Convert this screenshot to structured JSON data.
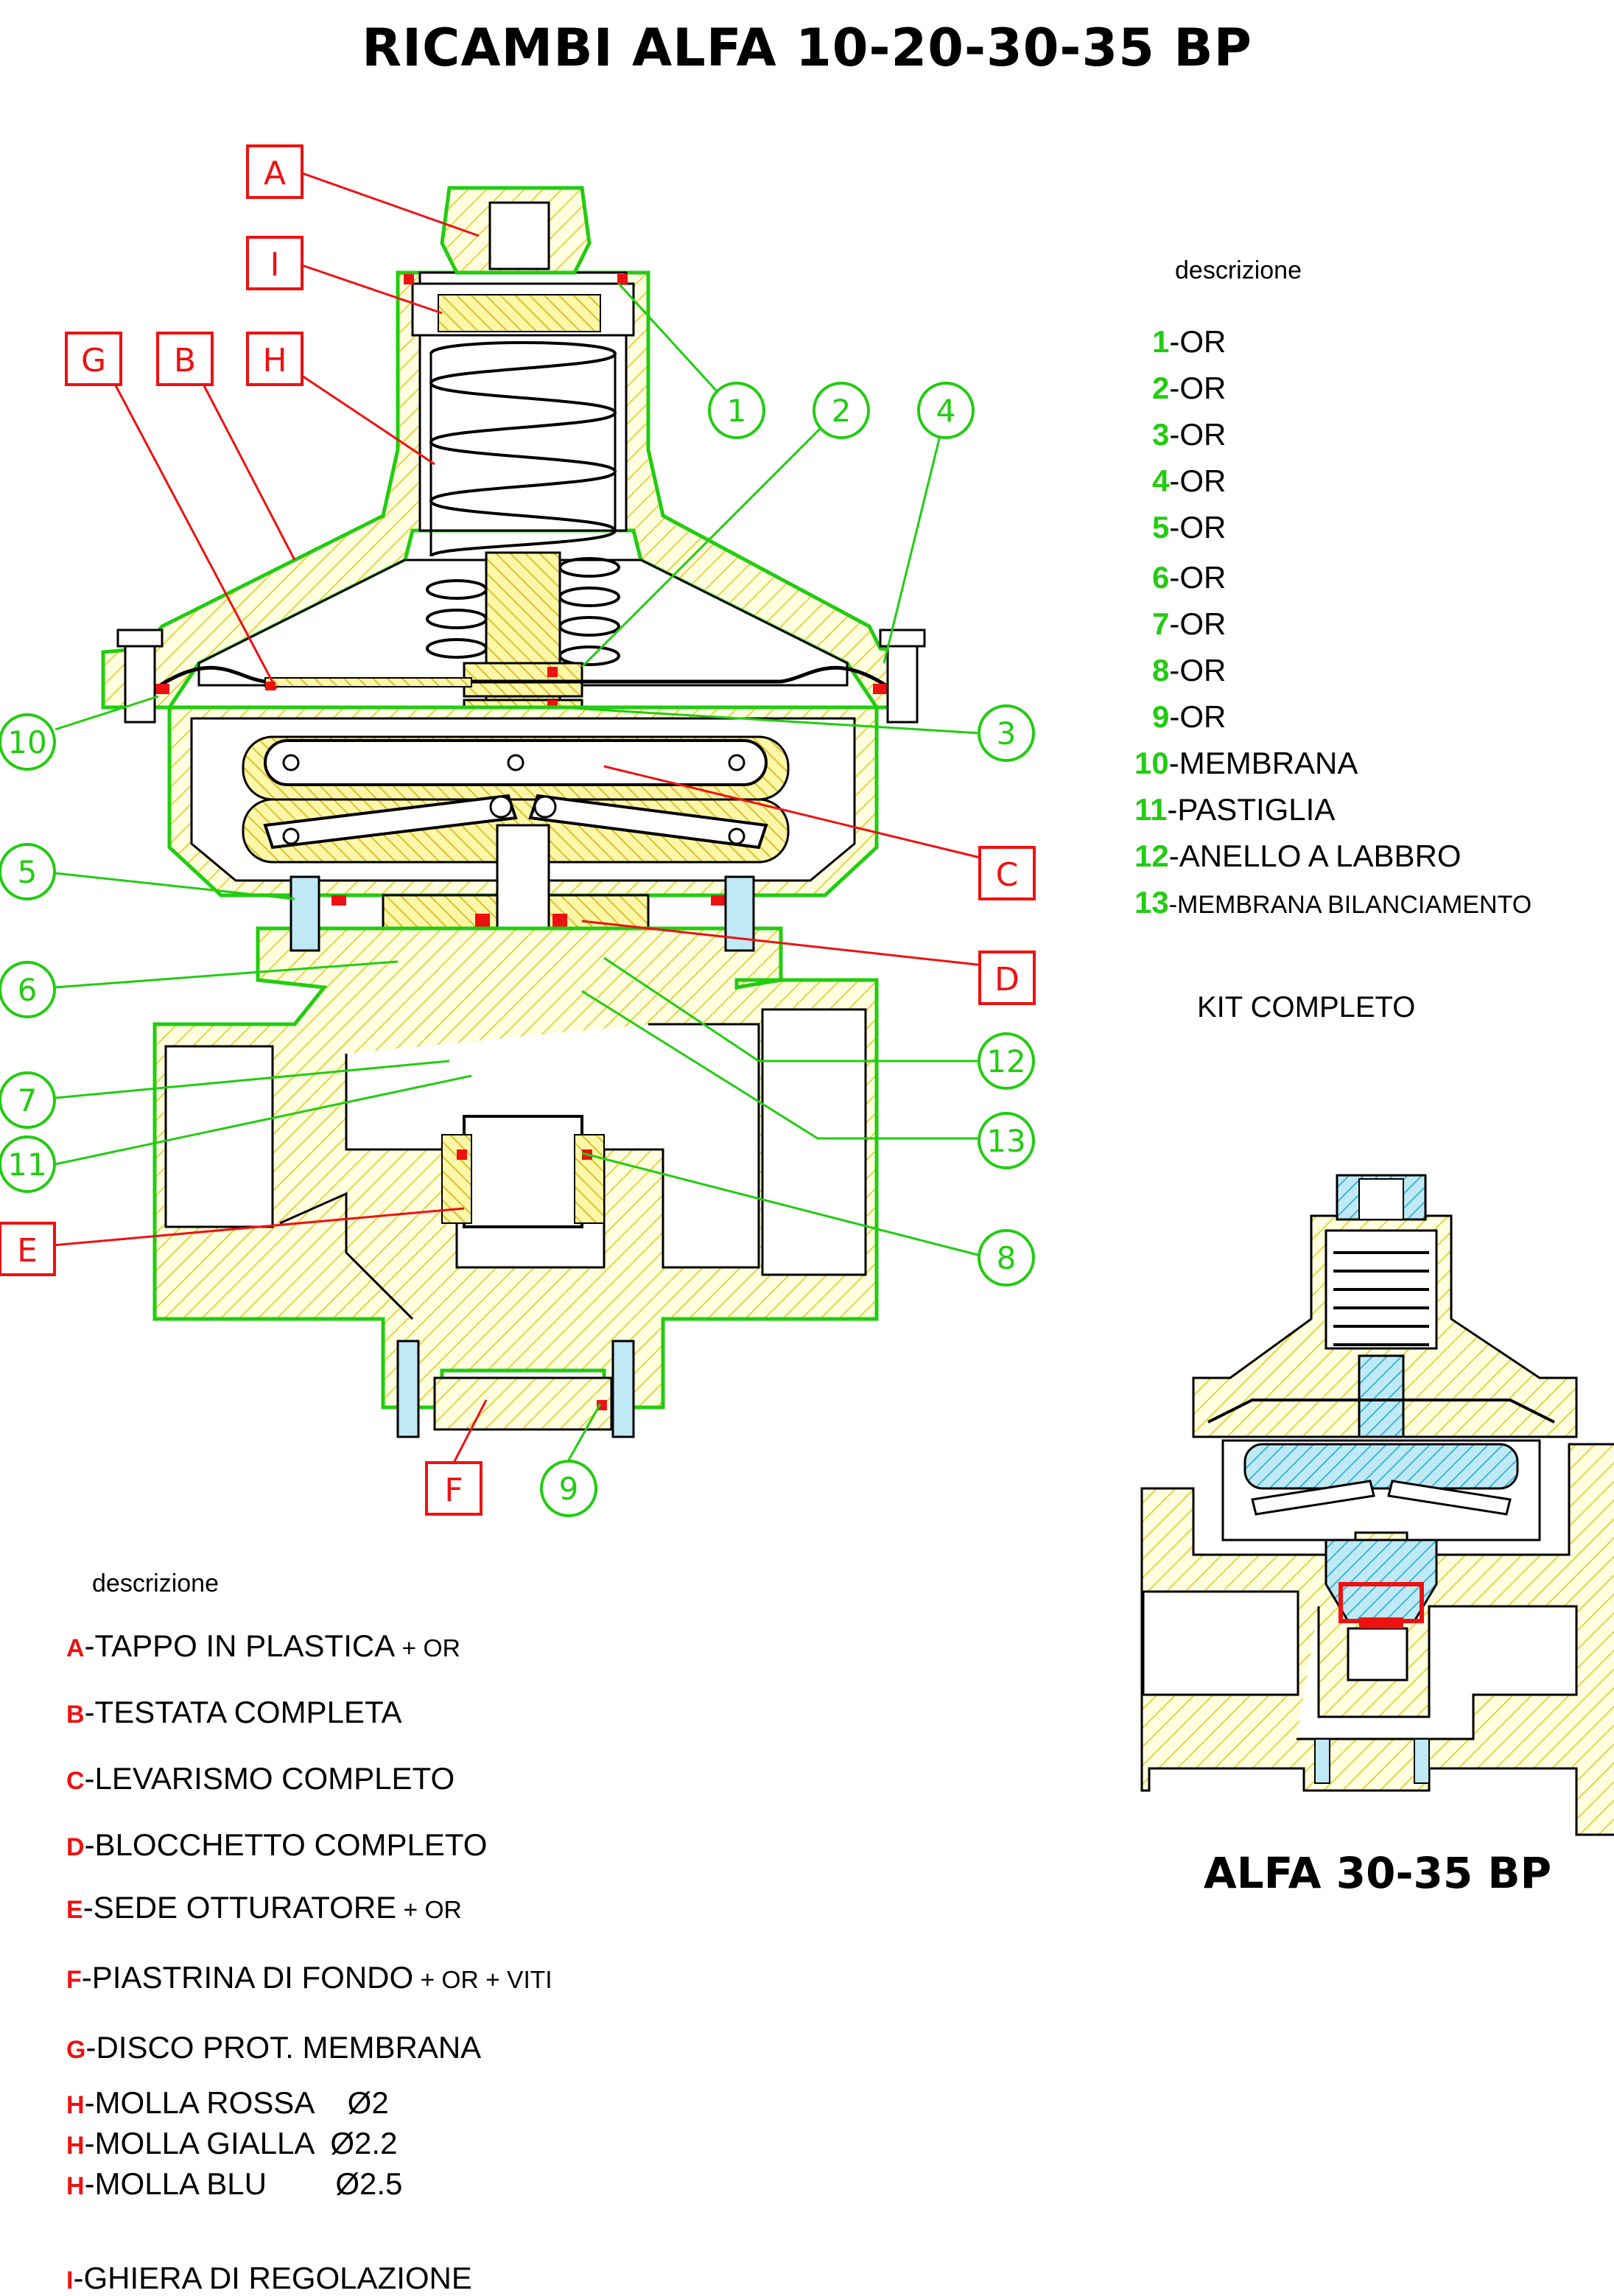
{
  "title": "RICAMBI ALFA 10-20-30-35 BP",
  "subtitle_small_drawing": "ALFA 30-35 BP",
  "kit_label": "KIT COMPLETO",
  "colors": {
    "green_label": "#22cc11",
    "red_label": "#ee1111",
    "hatch_yellow": "#e8d94a",
    "body_fill": "#ffffd8",
    "blue_part": "#5ac8e0",
    "outline": "#000000"
  },
  "right_list": {
    "heading": "descrizione",
    "items": [
      {
        "num": "1",
        "text": "-OR"
      },
      {
        "num": "2",
        "text": "-OR"
      },
      {
        "num": "3",
        "text": "-OR"
      },
      {
        "num": "4",
        "text": "-OR"
      },
      {
        "num": "5",
        "text": "-OR"
      },
      {
        "num": "6",
        "text": "-OR"
      },
      {
        "num": "7",
        "text": "-OR"
      },
      {
        "num": "8",
        "text": "-OR"
      },
      {
        "num": "9",
        "text": "-OR"
      },
      {
        "num": "10",
        "text": "-MEMBRANA"
      },
      {
        "num": "11",
        "text": "-PASTIGLIA"
      },
      {
        "num": "12",
        "text": "-ANELLO A LABBRO"
      },
      {
        "num": "13",
        "text": "-MEMBRANA BILANCIAMENTO"
      }
    ]
  },
  "left_list": {
    "heading": "descrizione",
    "items": [
      {
        "letter": "A",
        "text": "-TAPPO IN PLASTICA",
        "extra": " + OR"
      },
      {
        "letter": "B",
        "text": "-TESTATA COMPLETA",
        "extra": ""
      },
      {
        "letter": "C",
        "text": "-LEVARISMO COMPLETO",
        "extra": ""
      },
      {
        "letter": "D",
        "text": "-BLOCCHETTO COMPLETO",
        "extra": ""
      },
      {
        "letter": "E",
        "text": "-SEDE OTTURATORE",
        "extra": " + OR"
      },
      {
        "letter": "F",
        "text": "-PIASTRINA DI FONDO",
        "extra": " + OR + VITI"
      },
      {
        "letter": "G",
        "text": "-DISCO PROT. MEMBRANA",
        "extra": ""
      },
      {
        "letter": "H",
        "text": "-MOLLA ROSSA    Ø2",
        "extra": ""
      },
      {
        "letter": "H",
        "text": "-MOLLA GIALLA  Ø2.2",
        "extra": ""
      },
      {
        "letter": "H",
        "text": "-MOLLA BLU        Ø2.5",
        "extra": ""
      },
      {
        "letter": "I",
        "text": "-GHIERA DI REGOLAZIONE",
        "extra": ""
      }
    ]
  },
  "callouts": {
    "letters": [
      "A",
      "I",
      "G",
      "B",
      "H",
      "C",
      "D",
      "E",
      "F"
    ],
    "numbers": [
      "1",
      "2",
      "4",
      "3",
      "10",
      "5",
      "6",
      "12",
      "7",
      "13",
      "11",
      "8",
      "9"
    ]
  }
}
